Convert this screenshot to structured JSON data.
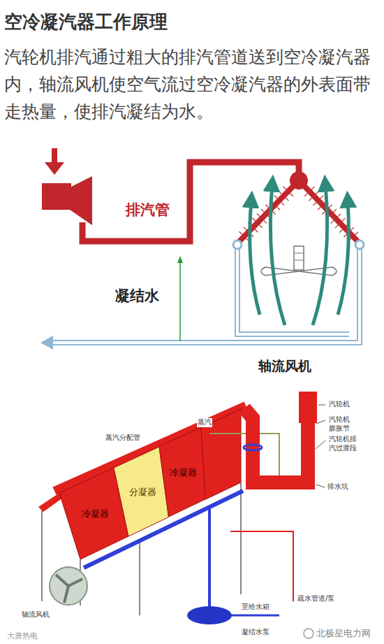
{
  "diagram": {
    "title": "空冷凝汽器工作原理",
    "nodes": [
      {
        "text": [
          "冷凝器"
        ]
      },
      {
        "text": [
          "分凝器"
        ]
      },
      {
        "text": [
          "冷凝器"
        ]
      }
    ],
    "labels": [
      "汽轮机排汽通过粗大的排汽管道送到空冷凝汽器内，轴流风机使空气流过空冷凝汽器的外表面带走热量，使排汽凝结为水。",
      "排汽管",
      "凝结水",
      "轴流风机",
      "汽轮机",
      "汽轮机膨胀节",
      "汽轮机排汽过渡段",
      "蒸汽",
      "蒸汽分配管",
      "排水坑",
      "轴流风机",
      "凝结水泵",
      "至给水箱",
      "疏水管道/泵",
      "大唐热电",
      "北极星电力网"
    ]
  }
}
